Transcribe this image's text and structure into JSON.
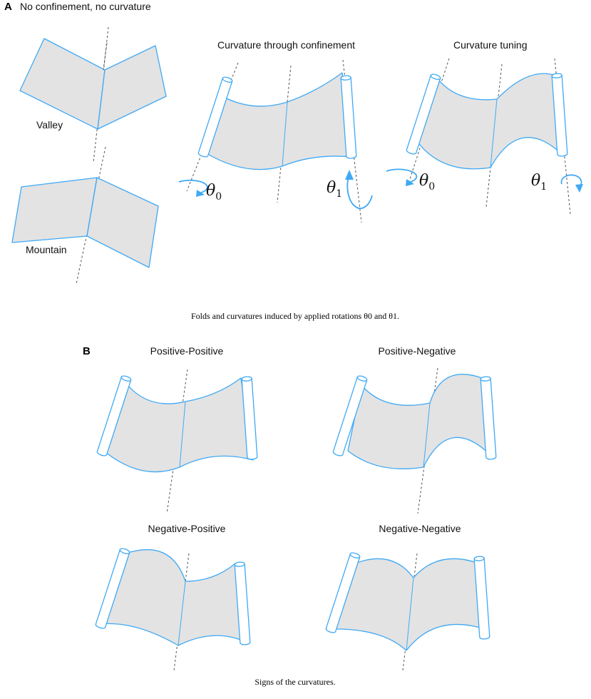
{
  "panel_a": {
    "letter": "A",
    "title": "No confinement, no curvature",
    "valley_label": "Valley",
    "mountain_label": "Mountain",
    "confinement_label": "Curvature through confinement",
    "tuning_label": "Curvature tuning",
    "theta_symbol": "θ",
    "theta0_sub": "0",
    "theta1_sub": "1",
    "caption": "Folds and curvatures induced by applied rotations θ0 and θ1."
  },
  "panel_b": {
    "letter": "B",
    "positive_positive": "Positive-Positive",
    "positive_negative": "Positive-Negative",
    "negative_positive": "Negative-Positive",
    "negative_negative": "Negative-Negative",
    "caption": "Signs of the curvatures."
  },
  "colors": {
    "outline": "#3fa9f5",
    "sheet_fill": "#e3e3e3",
    "axis": "#555555"
  }
}
